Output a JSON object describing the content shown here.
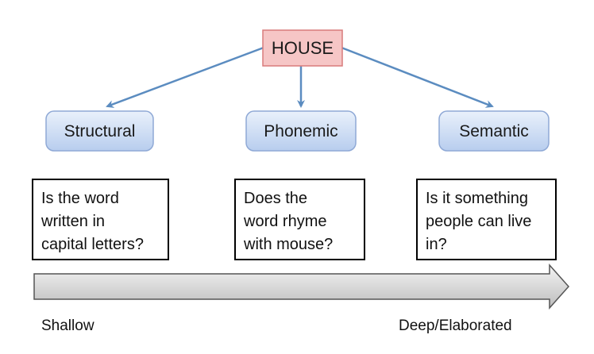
{
  "root": {
    "label": "HOUSE"
  },
  "levels": [
    {
      "label": "Structural",
      "question_lines": [
        "Is the word",
        "written in",
        "capital letters?"
      ]
    },
    {
      "label": "Phonemic",
      "question_lines": [
        "Does the",
        "word rhyme",
        "with mouse?"
      ]
    },
    {
      "label": "Semantic",
      "question_lines": [
        "Is it something",
        "people can live",
        "in?"
      ]
    }
  ],
  "depth_axis": {
    "start_label": "Shallow",
    "end_label": "Deep/Elaborated"
  },
  "colors": {
    "root_fill": "#f6c6c6",
    "root_stroke": "#d97b7b",
    "level_fill_top": "#eaf1fb",
    "level_fill_bottom": "#b8cdee",
    "level_stroke": "#8fa9d6",
    "arrow_color": "#5b8cc0",
    "question_stroke": "#000000",
    "axis_fill_top": "#f4f4f4",
    "axis_fill_bottom": "#bdbdbd",
    "axis_stroke": "#555555"
  }
}
